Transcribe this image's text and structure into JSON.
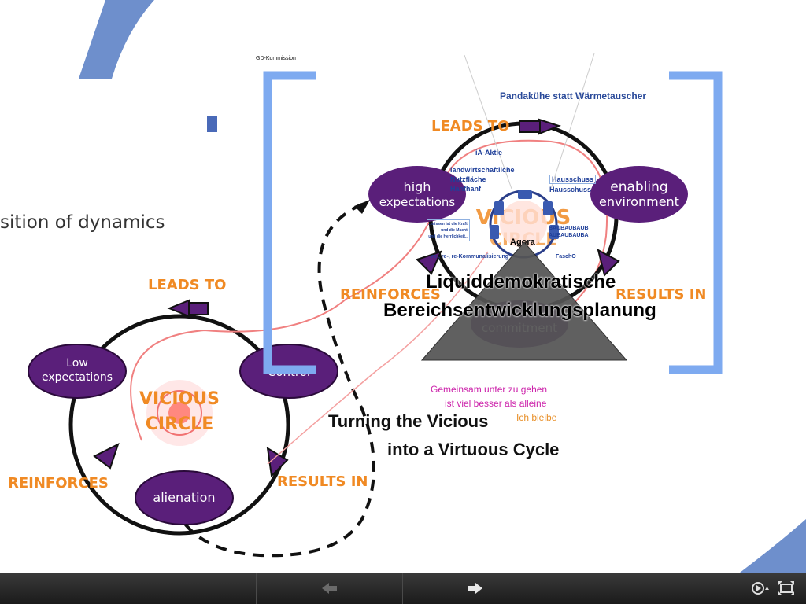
{
  "slide": {
    "partial_heading": "sition of dynamics",
    "kommission_label": "GD-Kommission",
    "panda_text": "Pandakühe statt Wärmetauscher",
    "left_cycle": {
      "leads_to": "LEADS TO",
      "reinforces": "REINFORCES",
      "results_in": "RESULTS IN",
      "low_expectations_1": "Low",
      "low_expectations_2": "expectations",
      "control": "Control",
      "alienation": "alienation",
      "vicious_1": "VICIOUS",
      "vicious_2": "CIRCLE"
    },
    "right_cycle": {
      "leads_to": "LEADS TO",
      "reinforces": "REINFORCES",
      "results_in": "RESULTS IN",
      "high_expectations_1": "high",
      "high_expectations_2": "expectations",
      "enabling_1": "enabling",
      "enabling_2": "environment",
      "commitment": "commitment",
      "vicious": "VICIOUS",
      "circle": "CIRCLE",
      "ia_aktie": "iA-Aktie",
      "landwirt_1": "landwirtschaftliche",
      "landwirt_2": "Nutzfläche",
      "landwirt_3": "Hanfhanf",
      "hausschuss_1": "Hausschuss",
      "hausschuss_2": "Hausschuss",
      "baubau_1": "BAUBAUBAUB",
      "baubau_2": "AUBAUBAUBA",
      "kommunal": "re-, re-, re-Kommunalisierung",
      "fascho": "FaschO",
      "agora": "Agora",
      "quote_1": "...wissen ist die Kraft,",
      "quote_2": "und die Macht,",
      "quote_3": "und die Herrlichkeit..."
    },
    "liquid_title_1": "Liquiddemokratische",
    "liquid_title_2": "Bereichsentwicklungsplanung",
    "gemeinsam_1": "Gemeinsam unter zu gehen",
    "gemeinsam_2": "ist viel besser als alleine",
    "ich_bleibe": "Ich bleibe",
    "turning_1": "Turning the Vicious",
    "turning_2": "into a Virtuous Cycle"
  },
  "toolbar": {
    "prev_icon": "arrow-left-icon",
    "next_icon": "arrow-right-icon",
    "autoplay_icon": "autoplay-icon",
    "fullscreen_icon": "fullscreen-icon"
  },
  "colors": {
    "accent_blue": "#6e8fcc",
    "frame_blue": "#7eaaf0",
    "purple": "#5a1f7a",
    "orange": "#f08a24"
  }
}
